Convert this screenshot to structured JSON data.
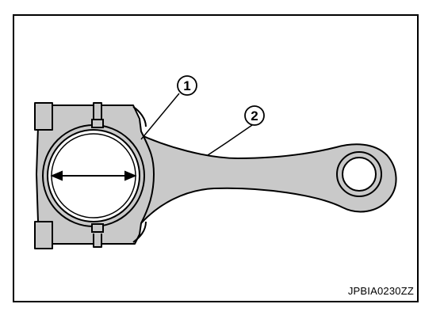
{
  "figure": {
    "callouts": [
      {
        "id": "1",
        "label": "1"
      },
      {
        "id": "2",
        "label": "2"
      }
    ],
    "reference_code": "JPBIA0230ZZ",
    "colors": {
      "line": "#000000",
      "fill": "#c9c9c9",
      "background": "#ffffff"
    }
  }
}
